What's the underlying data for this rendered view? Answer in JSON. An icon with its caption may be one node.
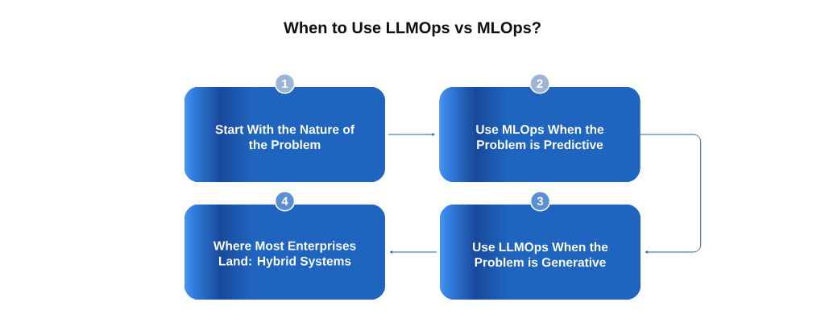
{
  "diagram": {
    "title": "When to Use LLMOps vs MLOps?",
    "nodes": [
      {
        "text": [
          "1",
          "Start With the Nature of the Problem"
        ]
      },
      {
        "text": [
          "2",
          "Use MLOps When the Problem is Predictive"
        ]
      },
      {
        "text": [
          "3",
          "Use LLMOps When the Problem is Generative"
        ]
      },
      {
        "text": [
          "4",
          "Where Most Enterprises Land: Hybrid Systems"
        ]
      }
    ],
    "edges": [
      {
        "from": 0,
        "to": 1,
        "arrow": "to"
      },
      {
        "from": 1,
        "to": 2,
        "arrow": "to"
      },
      {
        "from": 2,
        "to": 3,
        "arrow": "to"
      }
    ]
  }
}
